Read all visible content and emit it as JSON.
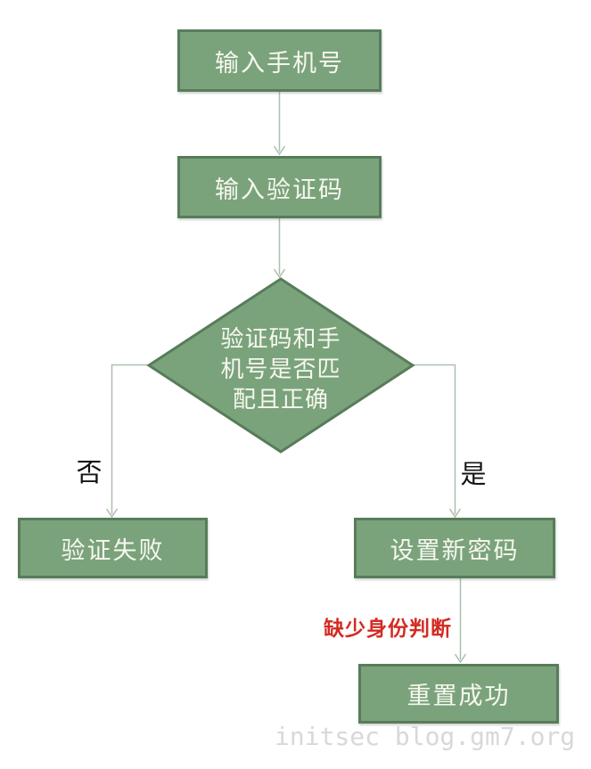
{
  "flowchart": {
    "nodes": {
      "enter_phone": {
        "label": "输入手机号"
      },
      "enter_code": {
        "label": "输入验证码"
      },
      "decision": {
        "label": "验证码和手机号是否匹配且正确",
        "lines": [
          "验证码和手",
          "机号是否匹",
          "配且正确"
        ]
      },
      "verify_failed": {
        "label": "验证失败"
      },
      "set_new_password": {
        "label": "设置新密码"
      },
      "reset_success": {
        "label": "重置成功"
      }
    },
    "edge_labels": {
      "no": "否",
      "yes": "是"
    },
    "annotation": {
      "text": "缺少身份判断"
    },
    "colors": {
      "node_fill": "#7aa37c",
      "node_border": "#587c5a",
      "connector": "#adbfad",
      "annotation_red": "#d32b23",
      "edge_label_black": "#141414",
      "node_text": "#f7f7ee",
      "watermark_gray": "#d8d8d8"
    }
  },
  "watermark": {
    "text": "initsec blog.gm7.org"
  }
}
